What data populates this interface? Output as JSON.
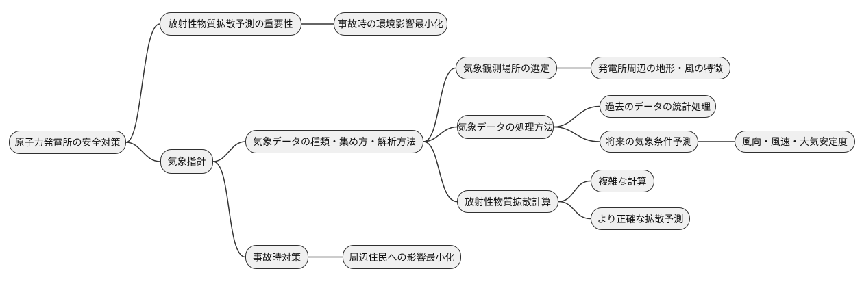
{
  "diagram": {
    "type": "mindmap",
    "theme": {
      "background": "#ffffff",
      "node_fill": "#f0f0f0",
      "node_border": "#2f2f2f",
      "edge_color": "#333333"
    },
    "root": {
      "label": "原子力発電所の安全対策",
      "children": [
        {
          "label": "放射性物質拡散予測の重要性",
          "children": [
            {
              "label": "事故時の環境影響最小化",
              "children": []
            }
          ]
        },
        {
          "label": "気象指針",
          "children": [
            {
              "label": "気象データの種類・集め方・解析方法",
              "children": [
                {
                  "label": "気象観測場所の選定",
                  "children": [
                    {
                      "label": "発電所周辺の地形・風の特徴",
                      "children": []
                    }
                  ]
                },
                {
                  "label": "気象データの処理方法",
                  "children": [
                    {
                      "label": "過去のデータの統計処理",
                      "children": []
                    },
                    {
                      "label": "将来の気象条件予測",
                      "children": [
                        {
                          "label": "風向・風速・大気安定度",
                          "children": []
                        }
                      ]
                    }
                  ]
                },
                {
                  "label": "放射性物質拡散計算",
                  "children": [
                    {
                      "label": "複雑な計算",
                      "children": []
                    },
                    {
                      "label": "より正確な拡散予測",
                      "children": []
                    }
                  ]
                }
              ]
            },
            {
              "label": "事故時対策",
              "children": [
                {
                  "label": "周辺住民への影響最小化",
                  "children": []
                }
              ]
            }
          ]
        }
      ]
    }
  }
}
